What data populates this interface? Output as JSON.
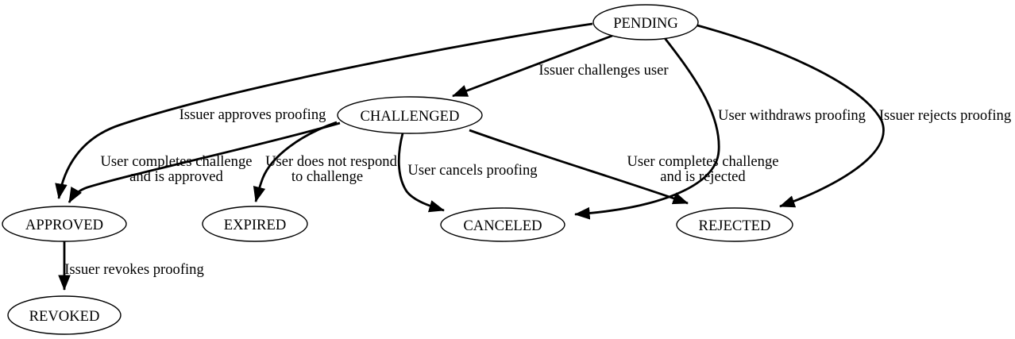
{
  "diagram": {
    "kind": "state-machine",
    "colors": {
      "background": "#ffffff",
      "node_fill": "#ffffff",
      "stroke": "#000000",
      "text": "#000000"
    },
    "nodes": [
      {
        "id": "pending",
        "label": "PENDING"
      },
      {
        "id": "challenged",
        "label": "CHALLENGED"
      },
      {
        "id": "approved",
        "label": "APPROVED"
      },
      {
        "id": "expired",
        "label": "EXPIRED"
      },
      {
        "id": "canceled",
        "label": "CANCELED"
      },
      {
        "id": "rejected",
        "label": "REJECTED"
      },
      {
        "id": "revoked",
        "label": "REVOKED"
      }
    ],
    "edges": [
      {
        "from": "PENDING",
        "to": "CHALLENGED",
        "label_lines": [
          "Issuer challenges user"
        ]
      },
      {
        "from": "PENDING",
        "to": "APPROVED",
        "label_lines": [
          "Issuer approves proofing"
        ]
      },
      {
        "from": "PENDING",
        "to": "CANCELED",
        "label_lines": [
          "User withdraws proofing"
        ]
      },
      {
        "from": "PENDING",
        "to": "REJECTED",
        "label_lines": [
          "Issuer rejects proofing"
        ]
      },
      {
        "from": "CHALLENGED",
        "to": "APPROVED",
        "label_lines": [
          "User completes challenge",
          "and is approved"
        ]
      },
      {
        "from": "CHALLENGED",
        "to": "EXPIRED",
        "label_lines": [
          "User does not respond",
          "to challenge"
        ]
      },
      {
        "from": "CHALLENGED",
        "to": "CANCELED",
        "label_lines": [
          "User cancels proofing"
        ]
      },
      {
        "from": "CHALLENGED",
        "to": "REJECTED",
        "label_lines": [
          "User completes challenge",
          "and is rejected"
        ]
      },
      {
        "from": "APPROVED",
        "to": "REVOKED",
        "label_lines": [
          "Issuer revokes proofing"
        ]
      }
    ]
  }
}
